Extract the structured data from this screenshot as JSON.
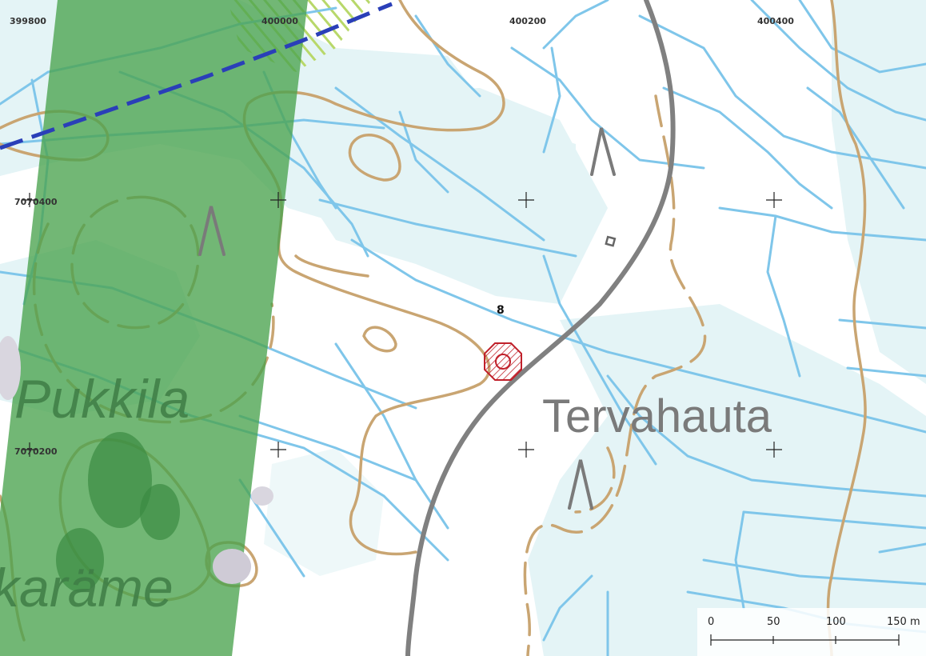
{
  "map": {
    "grid_x_labels": [
      "399800",
      "400000",
      "400200",
      "400400"
    ],
    "grid_y_labels": [
      "7070400",
      "7070200"
    ],
    "place_names": {
      "pukkila": "Pukkila",
      "karame": "karäme",
      "tervahauta": "Tervahauta"
    },
    "site_label": "8",
    "scale_bar": {
      "ticks": [
        "0",
        "50",
        "100",
        "150 m"
      ]
    },
    "colors": {
      "protected_area": "#4aa34e",
      "water_lines": "#7fc6ea",
      "contours": "#c9a572",
      "road": "#808080",
      "boundary_line": "#2a3fb8",
      "site_marker": "#c0202a",
      "wetland": "#e4f4f6"
    },
    "symbols": [
      "grid-cross",
      "ridge-symbol",
      "site-hatched-octagon",
      "small-building"
    ]
  }
}
